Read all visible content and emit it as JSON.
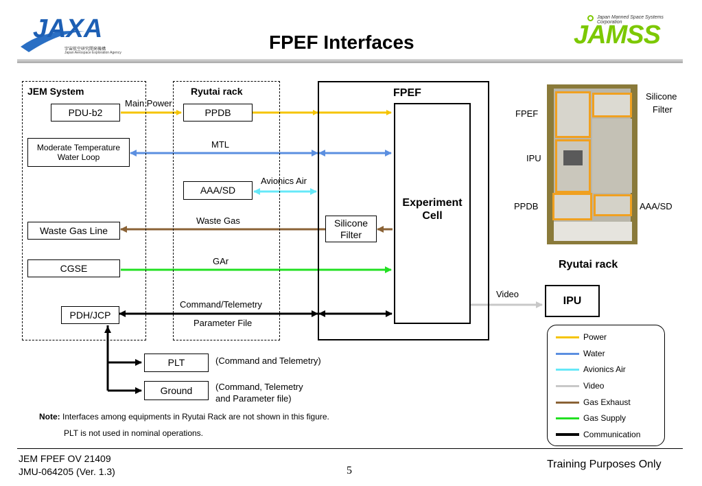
{
  "header": {
    "title": "FPEF Interfaces",
    "logo_left_text": "JAXA",
    "logo_left_sub1": "宇宙航空研究開発機構",
    "logo_left_sub2": "Japan Aerospace Exploration Agency",
    "logo_right_text": "JAMSS",
    "logo_right_sub": "Japan Manned Space Systems Corporation"
  },
  "diagram": {
    "jem_system_title": "JEM System",
    "ryutai_rack_title": "Ryutai rack",
    "fpef_title": "FPEF",
    "pdu": "PDU-b2",
    "ppdb": "PPDB",
    "mtl_loop": "Moderate Temperature Water Loop",
    "aaa_sd": "AAA/SD",
    "waste_gas_line": "Waste Gas Line",
    "cgse": "CGSE",
    "pdh_jcp": "PDH/JCP",
    "experiment_cell": "Experiment Cell",
    "silicone_filter": "Silicone Filter",
    "ipu": "IPU",
    "plt": "PLT",
    "ground": "Ground",
    "label_main_power": "Main Power",
    "label_mtl": "MTL",
    "label_avionics_air": "Avionics Air",
    "label_waste_gas": "Waste Gas",
    "label_gar": "GAr",
    "label_cmd_tlm": "Command/Telemetry",
    "label_param_file": "Parameter File",
    "label_video": "Video",
    "label_plt_desc": "(Command and Telemetry)",
    "label_ground_desc1": "(Command, Telemetry",
    "label_ground_desc2": "and Parameter file)"
  },
  "photo": {
    "caption": "Ryutai rack",
    "label_fpef": "FPEF",
    "label_ipu": "IPU",
    "label_ppdb": "PPDB",
    "label_silicone1": "Silicone",
    "label_silicone2": "Filter",
    "label_aaa_sd": "AAA/SD"
  },
  "legend": {
    "items": [
      {
        "label": "Power",
        "color": "#f5c400"
      },
      {
        "label": "Water",
        "color": "#5b8fe0"
      },
      {
        "label": "Avionics Air",
        "color": "#66e8f8"
      },
      {
        "label": "Video",
        "color": "#c8c8c8"
      },
      {
        "label": "Gas Exhaust",
        "color": "#8a6235"
      },
      {
        "label": "Gas Supply",
        "color": "#22e022"
      },
      {
        "label": "Communication",
        "color": "#000000"
      }
    ]
  },
  "notes": {
    "note_label": "Note:",
    "note_line1": "Interfaces among equipments in Ryutai Rack are not shown in this figure.",
    "note_line2": "PLT is not used in nominal operations."
  },
  "footer": {
    "doc_id1": "JEM FPEF OV 21409",
    "doc_id2": "JMU-064205 (Ver. 1.3)",
    "page_number": "5",
    "training": "Training Purposes Only"
  }
}
